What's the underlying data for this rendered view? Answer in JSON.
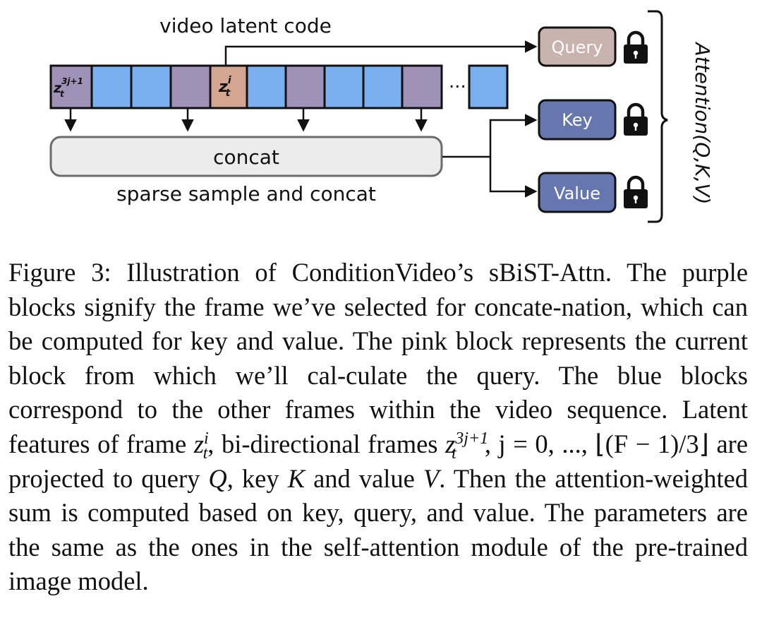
{
  "diagram": {
    "top_label": "video latent code",
    "bottom_label": "sparse sample and concat",
    "concat_label": "concat",
    "ellipsis": "...",
    "sparse_block_label": {
      "base": "z",
      "sub": "t",
      "sup": "3j+1"
    },
    "current_block_label": {
      "base": "z",
      "sub": "t",
      "sup": "i"
    },
    "query_label": "Query",
    "key_label": "Key",
    "value_label": "Value",
    "attention_label": "Attention(Q,K,V)",
    "lock_icon": "lock-icon",
    "colors": {
      "purple_block": "#9f91b7",
      "pink_block": "#d4a590",
      "blue_block": "#7aaff0",
      "query_box": "#c8b3ae",
      "key_value_box": "#6677b0",
      "concat_box": "#ececec"
    }
  },
  "caption": {
    "figure_num": "Figure 3:",
    "p1": "Illustration of ConditionVideo’s sBiST-Attn. The purple blocks signify the frame we’ve selected for concate-nation, which can be computed for key and value. The pink block represents the current block from which we’ll cal-culate the query. The blue blocks correspond to the other frames within the video sequence. Latent features of frame",
    "math_z": "z",
    "math_t": "t",
    "math_i": "i",
    "p2": ", bi-directional frames",
    "math_sup": "3j+1",
    "math_range": ",  j  =  0, ..., ⌊(F − 1)/3⌋",
    "p3": "are projected to query",
    "math_Q": "Q",
    "p4": ", key",
    "math_K": "K",
    "p5": "and value",
    "math_V": "V",
    "p6": ". Then the attention-weighted sum is computed based on key, query, and value. The parameters are the same as the ones in the self-attention module of the pre-trained image model."
  }
}
